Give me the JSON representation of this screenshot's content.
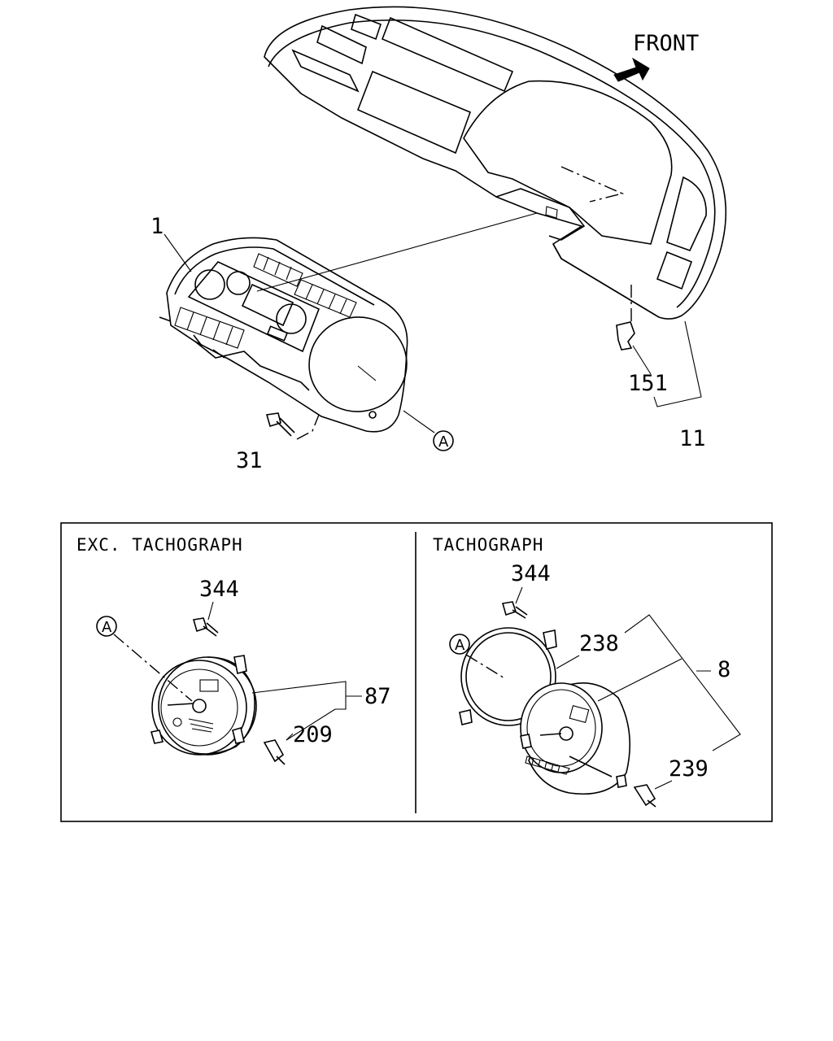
{
  "direction": {
    "front": "FRONT"
  },
  "callouts": {
    "c1": "1",
    "c11": "11",
    "c151": "151",
    "c31": "31",
    "cA_top": "A",
    "cA_left": "A",
    "cA_right": "A",
    "c344_left": "344",
    "c87": "87",
    "c209": "209",
    "c344_right": "344",
    "c238": "238",
    "c8": "8",
    "c239": "239"
  },
  "panels": {
    "left_title": "EXC. TACHOGRAPH",
    "right_title": "TACHOGRAPH"
  },
  "icons": [
    "front-arrow-icon",
    "reference-circle-icon"
  ]
}
